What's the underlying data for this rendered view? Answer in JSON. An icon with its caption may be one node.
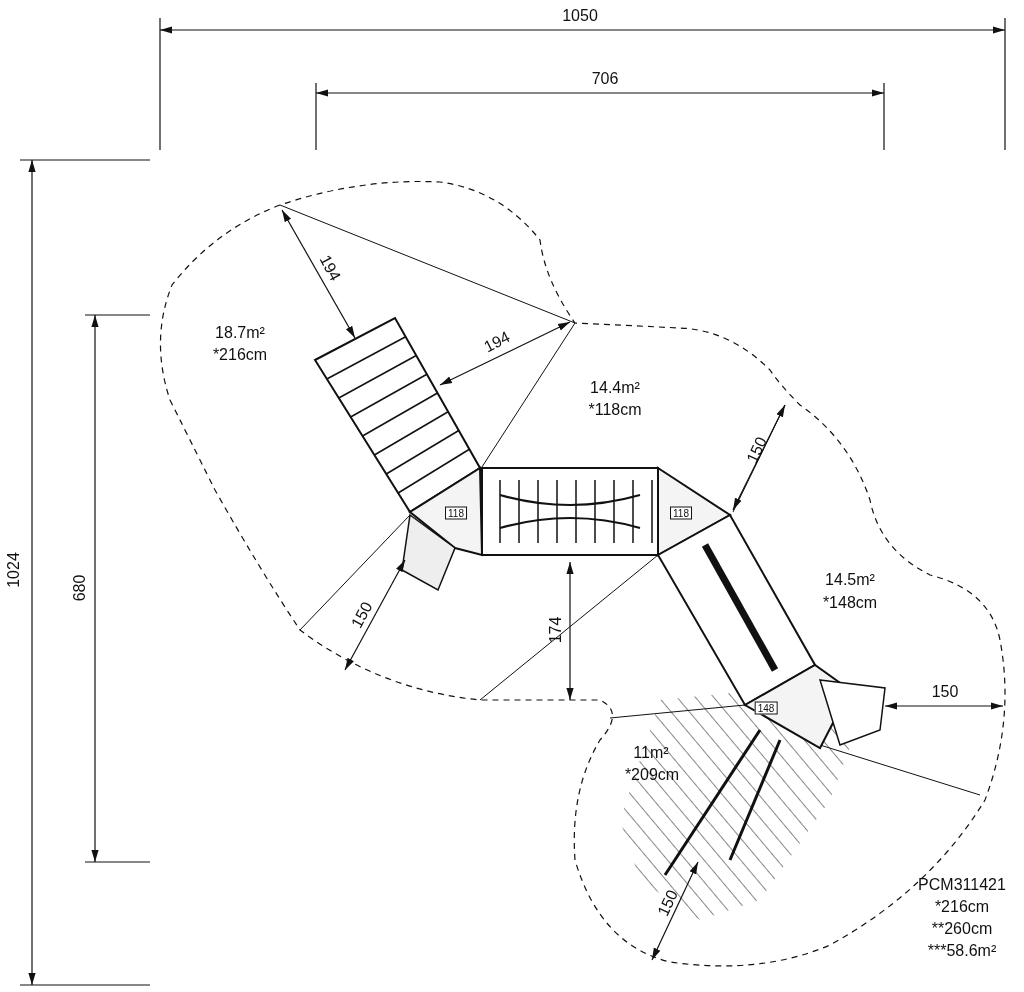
{
  "diagram": {
    "labels": [
      "1050",
      "706",
      "1024",
      "680",
      "194",
      "194",
      "18.7m²",
      "*216cm",
      "14.4m²",
      "*118cm",
      "150",
      "14.5m²",
      "*148cm",
      "150",
      "174",
      "150",
      "118",
      "118",
      "148",
      "11m²",
      "*209cm",
      "150",
      "PCM311421",
      "*216cm",
      "**260cm",
      "***58.6m²"
    ]
  }
}
